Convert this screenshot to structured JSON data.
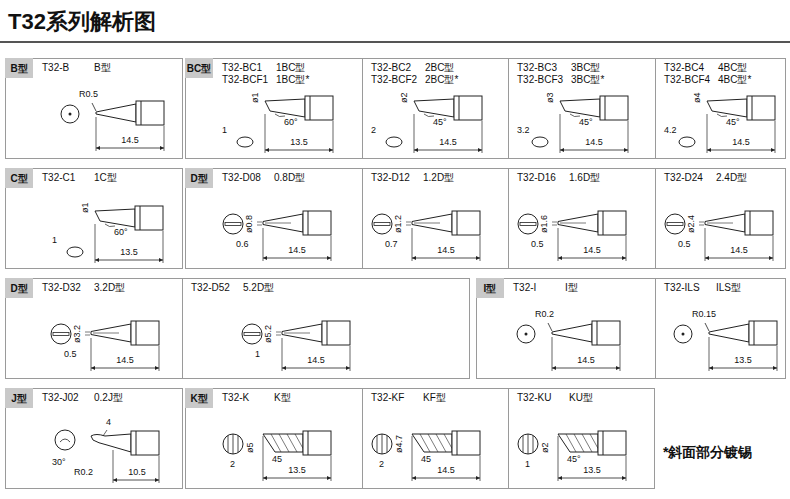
{
  "diagram": {
    "title": "T32系列解析图",
    "nodes": [
      {
        "text": [
          "B型"
        ]
      },
      {
        "text": [
          "T32-B",
          "B型",
          "R0.5",
          "14.5"
        ]
      },
      {
        "text": [
          "BC型"
        ]
      },
      {
        "text": [
          "T32-BC1",
          "1BC型",
          "T32-BCF1",
          "1BC型*",
          "ø1",
          "1",
          "60°",
          "13.5"
        ]
      },
      {
        "text": [
          "T32-BC2",
          "2BC型",
          "T32-BCF2",
          "2BC型*",
          "ø2",
          "2",
          "45°",
          "14.5"
        ]
      },
      {
        "text": [
          "T32-BC3",
          "3BC型",
          "T32-BCF3",
          "3BC型*",
          "ø3",
          "3.2",
          "45°",
          "14.5"
        ]
      },
      {
        "text": [
          "T32-BC4",
          "4BC型",
          "T32-BCF4",
          "4BC型*",
          "ø4",
          "4.2",
          "45°",
          "14.5"
        ]
      },
      {
        "text": [
          "C型"
        ]
      },
      {
        "text": [
          "T32-C1",
          "1C型",
          "ø1",
          "1",
          "60°",
          "13.5"
        ]
      },
      {
        "text": [
          "D型"
        ]
      },
      {
        "text": [
          "T32-D08",
          "0.8D型",
          "ø0.8",
          "0.6",
          "14.5"
        ]
      },
      {
        "text": [
          "T32-D12",
          "1.2D型",
          "ø1.2",
          "0.7",
          "14.5"
        ]
      },
      {
        "text": [
          "T32-D16",
          "1.6D型",
          "ø1.6",
          "0.5",
          "14.5"
        ]
      },
      {
        "text": [
          "T32-D24",
          "2.4D型",
          "ø2.4",
          "0.5",
          "14.5"
        ]
      },
      {
        "text": [
          "D型"
        ]
      },
      {
        "text": [
          "T32-D32",
          "3.2D型",
          "ø3.2",
          "0.5",
          "14.5"
        ]
      },
      {
        "text": [
          "T32-D52",
          "5.2D型",
          "ø5.2",
          "1",
          "14.5"
        ]
      },
      {
        "text": [
          "I型"
        ]
      },
      {
        "text": [
          "T32-I",
          "I型",
          "R0.2",
          "14.5"
        ]
      },
      {
        "text": [
          "T32-ILS",
          "ILS型",
          "R0.15",
          "13.5"
        ]
      },
      {
        "text": [
          "J型"
        ]
      },
      {
        "text": [
          "T32-J02",
          "0.2J型",
          "4",
          "30°",
          "R0.2",
          "10.5"
        ]
      },
      {
        "text": [
          "K型"
        ]
      },
      {
        "text": [
          "T32-K",
          "K型",
          "ø5",
          "2",
          "45",
          "13.5"
        ]
      },
      {
        "text": [
          "T32-KF",
          "KF型",
          "ø4.7",
          "2",
          "45",
          "14.5"
        ]
      },
      {
        "text": [
          "T32-KU",
          "KU型",
          "ø2",
          "1",
          "45°",
          "13.5"
        ]
      }
    ],
    "labels": [
      "*斜面部分镀锡"
    ]
  }
}
